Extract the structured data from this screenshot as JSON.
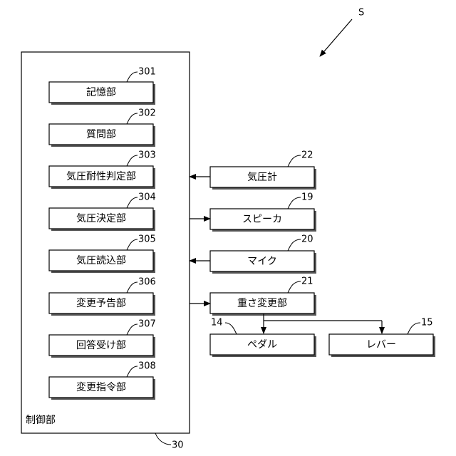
{
  "system_label": "S",
  "control": {
    "label": "制御部",
    "ref": "30",
    "modules": [
      {
        "label": "記憶部",
        "ref": "301"
      },
      {
        "label": "質問部",
        "ref": "302"
      },
      {
        "label": "気圧耐性判定部",
        "ref": "303"
      },
      {
        "label": "気圧決定部",
        "ref": "304"
      },
      {
        "label": "気圧読込部",
        "ref": "305"
      },
      {
        "label": "変更予告部",
        "ref": "306"
      },
      {
        "label": "回答受け部",
        "ref": "307"
      },
      {
        "label": "変更指令部",
        "ref": "308"
      }
    ]
  },
  "devices": {
    "barometer": {
      "label": "気圧計",
      "ref": "22"
    },
    "speaker": {
      "label": "スピーカ",
      "ref": "19"
    },
    "mic": {
      "label": "マイク",
      "ref": "20"
    },
    "weight_changer": {
      "label": "重さ変更部",
      "ref": "21"
    },
    "pedal": {
      "label": "ペダル",
      "ref": "14"
    },
    "lever": {
      "label": "レバー",
      "ref": "15"
    }
  }
}
